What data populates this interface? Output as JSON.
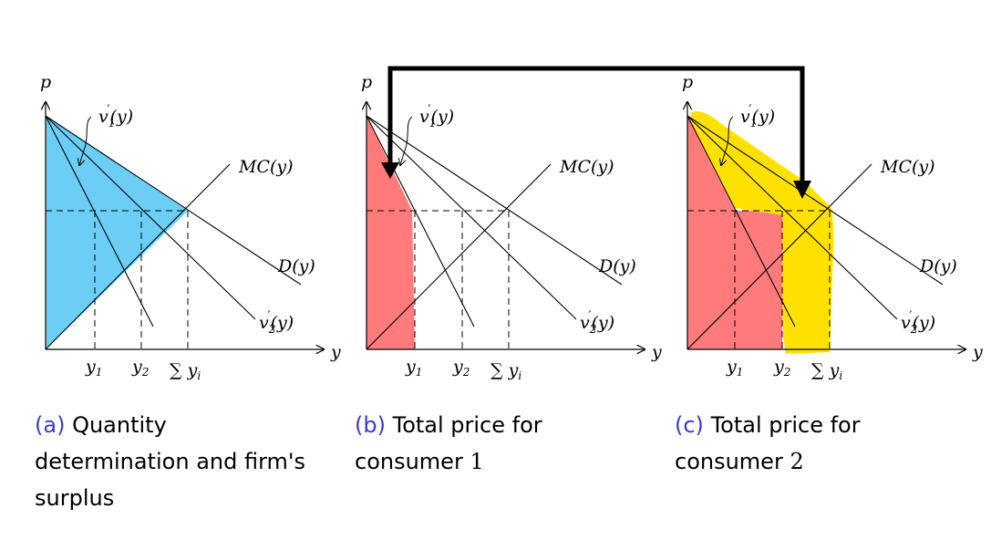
{
  "axes": {
    "p": "p",
    "y": "y"
  },
  "labels": {
    "v1": "v",
    "v1_sub": "1",
    "v2": "v",
    "v2_sub": "2",
    "mc": "MC(y)",
    "d": "D(y)",
    "y1": "y",
    "y1_sub": "1",
    "y2": "y",
    "y2_sub": "2",
    "sum": "∑ y",
    "sum_sub": "i",
    "arg": "(y)"
  },
  "captions": [
    {
      "tag": "(a)",
      "text": "Quantity determination and firm's surplus"
    },
    {
      "tag": "(b)",
      "text": "Total price for consumer ",
      "num": "1"
    },
    {
      "tag": "(c)",
      "text": "Total price for consumer ",
      "num": "2"
    }
  ],
  "colors": {
    "surplus": "#6ccdf5",
    "consumer": "#ff7b7b",
    "highlight": "#ffe100"
  }
}
